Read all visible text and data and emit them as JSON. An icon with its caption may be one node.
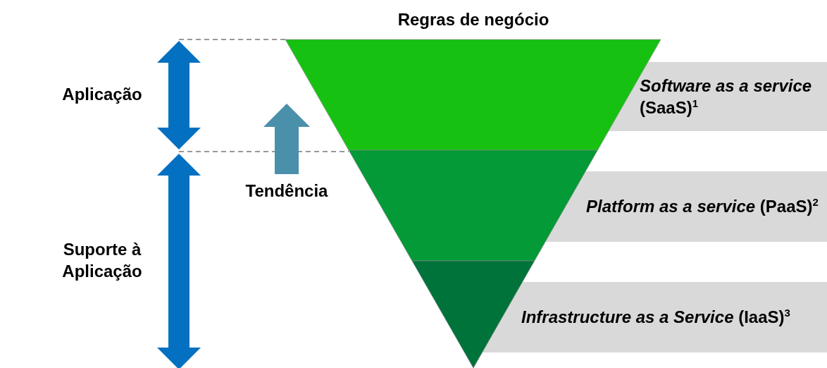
{
  "diagram": {
    "nodes": [
      {
        "text": [
          "*Software as a service* (SaaS)$^{1}$"
        ]
      },
      {
        "text": [
          "*Platform as a service* (PaaS)$^{2}$"
        ]
      },
      {
        "text": [
          "*Infrastructure as a Service* (IaaS)$^{3}$"
        ]
      }
    ],
    "labels": [
      "Regras de negócio",
      "Aplicação",
      "Suporte à Aplicação",
      "Tendência"
    ]
  }
}
